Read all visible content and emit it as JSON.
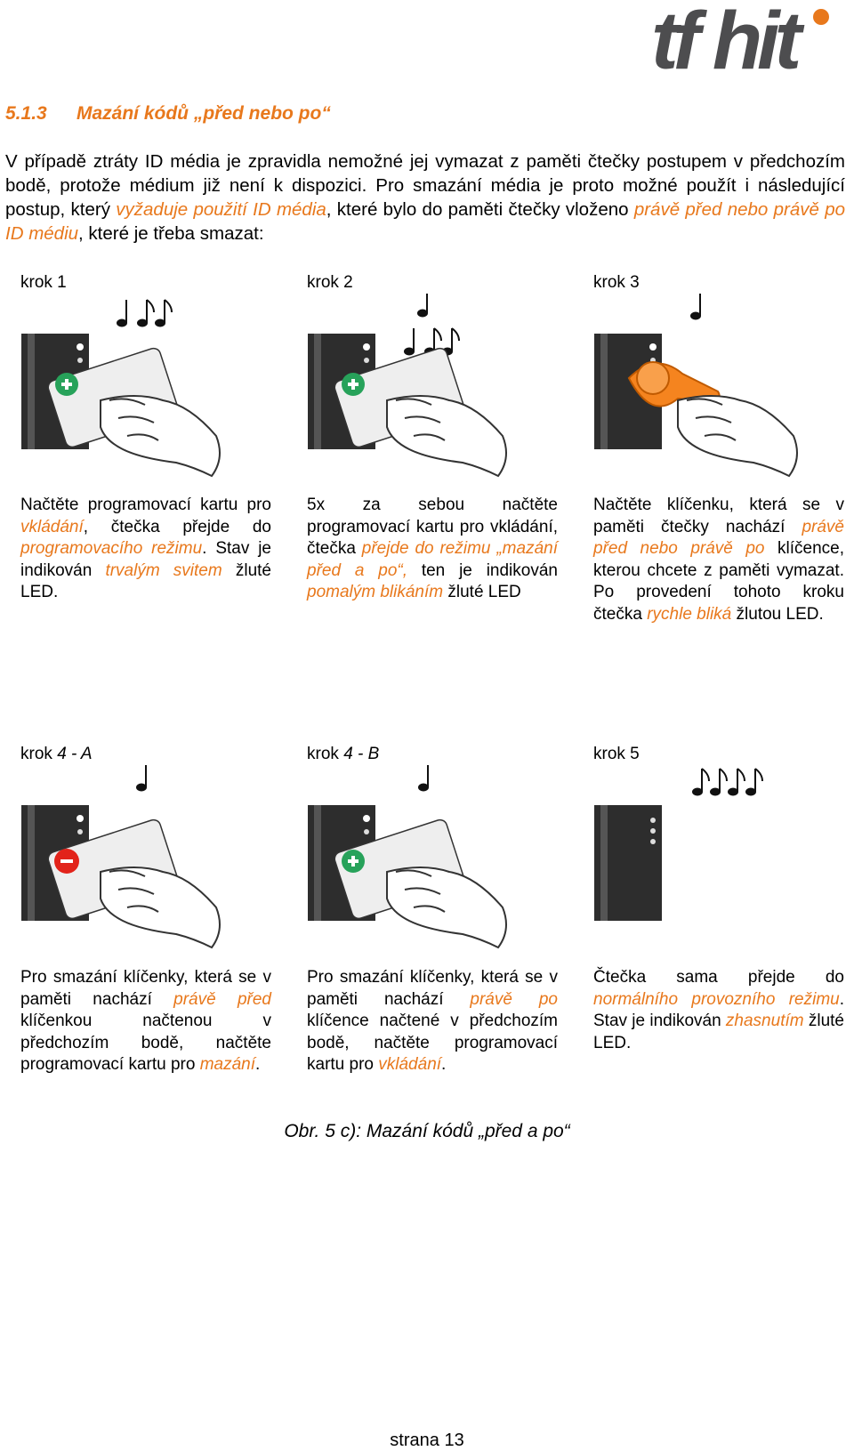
{
  "logo": {
    "text": "tf hit",
    "color_dark": "#4d4d4f",
    "color_accent": "#e8781c"
  },
  "heading": {
    "number": "5.1.3",
    "title": "Mazání kódů „před nebo po“"
  },
  "intro": {
    "p1": "V případě ztráty ID média je zpravidla nemožné jej vymazat z paměti čtečky postupem v předchozím bodě, protože médium již není k dispozici. Pro smazání média je proto možné použít i následující postup, který ",
    "h1": "vyžaduje použití ID média",
    "p2": ", které bylo do paměti čtečky vloženo ",
    "h2": "právě před nebo právě po ID médiu",
    "p3": ", které je třeba smazat:"
  },
  "steps": [
    {
      "label": "krok 1",
      "label_suffix": "",
      "notes": "long-short-short",
      "card_color": "#27a25a",
      "card_symbol": "plus",
      "parts": [
        [
          "Načtěte programovací kartu pro ",
          false
        ],
        [
          "vkládání",
          true
        ],
        [
          ", čtečka přejde do ",
          false
        ],
        [
          "programovacího režimu",
          true
        ],
        [
          ". Stav je indikován ",
          false
        ],
        [
          "trvalým svitem",
          true
        ],
        [
          " žluté LED.",
          false
        ]
      ]
    },
    {
      "label": "krok 2",
      "label_suffix": "",
      "notes": "long + long-short-short",
      "card_color": "#27a25a",
      "card_symbol": "plus",
      "parts": [
        [
          "5x za sebou načtěte programovací kartu pro vkládání, čtečka ",
          false
        ],
        [
          "přejde do režimu „mazání před a po“,",
          true
        ],
        [
          " ten je indikován ",
          false
        ],
        [
          "pomalým blikáním",
          true
        ],
        [
          " žluté LED",
          false
        ]
      ]
    },
    {
      "label": "krok 3",
      "label_suffix": "",
      "notes": "long",
      "card_color": "#f5841f",
      "card_symbol": "fob",
      "parts": [
        [
          "Načtěte klíčenku, která se v paměti čtečky nachází ",
          false
        ],
        [
          "právě před nebo právě po",
          true
        ],
        [
          " klíčence, kterou chcete z paměti vymazat. Po provedení tohoto kroku čtečka ",
          false
        ],
        [
          "rychle bliká",
          true
        ],
        [
          " žlutou LED.",
          false
        ]
      ]
    },
    {
      "label": "krok ",
      "label_suffix": "4 - A",
      "notes": "long",
      "card_color": "#e2231a",
      "card_symbol": "minus",
      "parts": [
        [
          "Pro smazání klíčenky, která se v paměti nachází ",
          false
        ],
        [
          "právě před",
          true
        ],
        [
          " klíčenkou načtenou v předchozím bodě, načtěte programovací kartu pro ",
          false
        ],
        [
          "mazání",
          true
        ],
        [
          ".",
          false
        ]
      ]
    },
    {
      "label": "krok ",
      "label_suffix": "4 - B",
      "notes": "long",
      "card_color": "#27a25a",
      "card_symbol": "plus",
      "parts": [
        [
          "Pro smazání klíčenky, která se v paměti nachází ",
          false
        ],
        [
          "právě po",
          true
        ],
        [
          " klíčence načtené v předchozím bodě, načtěte programovací kartu pro ",
          false
        ],
        [
          "vkládání",
          true
        ],
        [
          ".",
          false
        ]
      ]
    },
    {
      "label": "krok 5",
      "label_suffix": "",
      "notes": "short x4",
      "card_color": "",
      "card_symbol": "none",
      "parts": [
        [
          "Čtečka sama přejde do ",
          false
        ],
        [
          "normálního provozního režimu",
          true
        ],
        [
          ". Stav je indikován ",
          false
        ],
        [
          "zhasnutím",
          true
        ],
        [
          " žluté LED.",
          false
        ]
      ]
    }
  ],
  "caption": "Obr. 5 c): Mazání kódů „před a po“",
  "footer": "strana 13"
}
